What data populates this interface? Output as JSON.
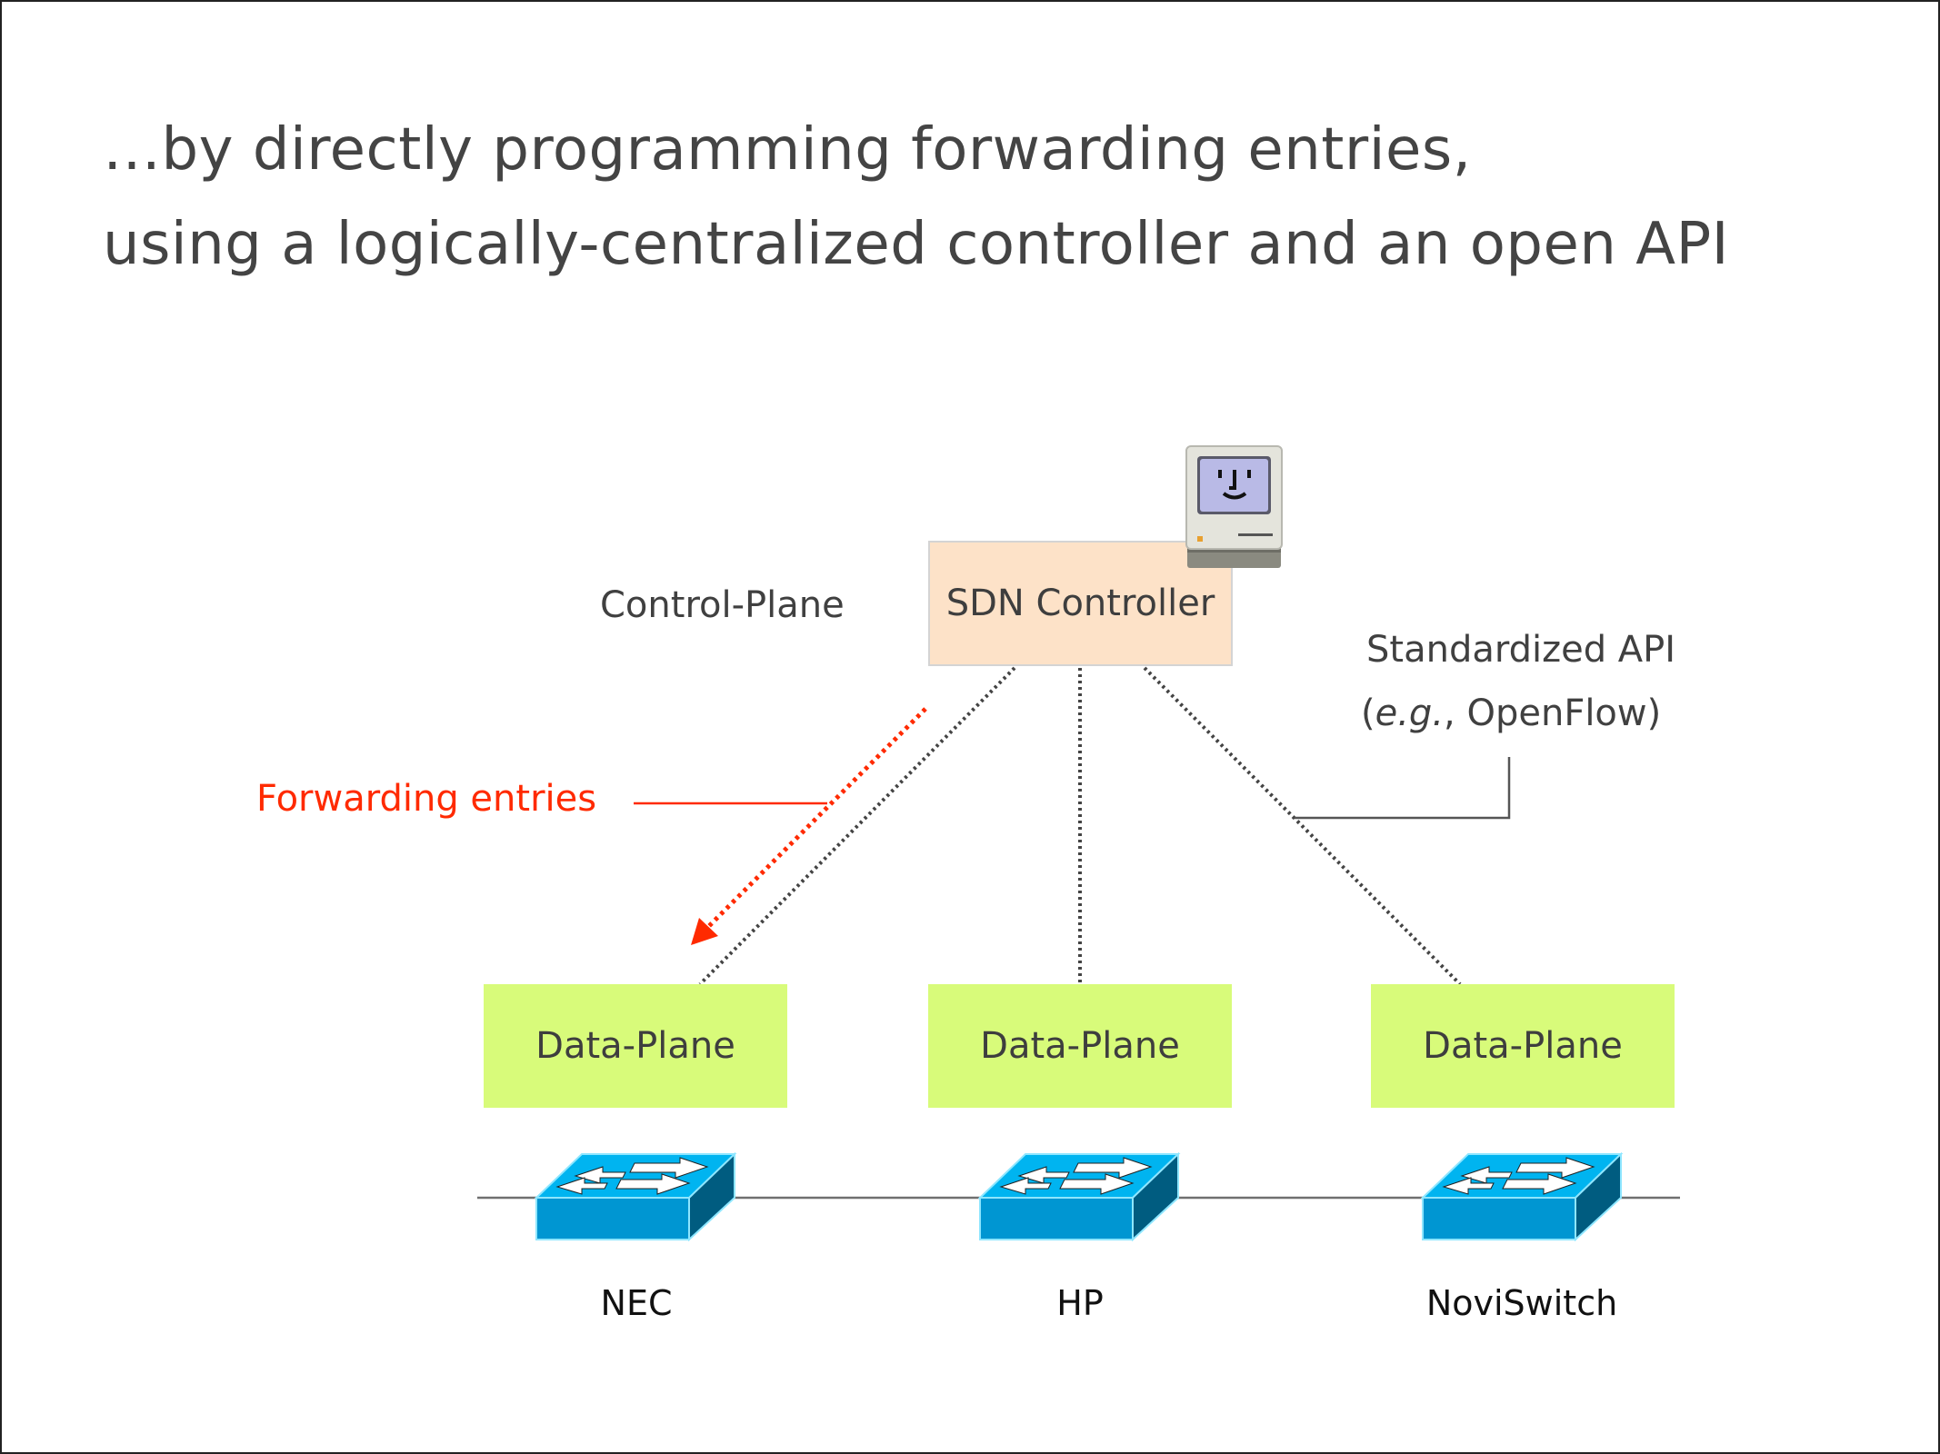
{
  "slide": {
    "title_lines": [
      "…by directly programming forwarding entries,",
      "using a logically-centralized controller and an open API"
    ]
  },
  "control": {
    "plane_label": "Control-Plane",
    "controller_label": "SDN Controller",
    "controller_icon": "classic-mac-computer-icon"
  },
  "api": {
    "label_line1": "Standardized API",
    "label_line2_italic": "e.g.",
    "label_line2_rest": ", OpenFlow)",
    "label_line2_open": "("
  },
  "forwarding": {
    "label": "Forwarding entries",
    "color": "#ff2a00"
  },
  "data_planes": [
    {
      "label": "Data-Plane",
      "vendor": "NEC"
    },
    {
      "label": "Data-Plane",
      "vendor": "HP"
    },
    {
      "label": "Data-Plane",
      "vendor": "NoviSwitch"
    }
  ],
  "colors": {
    "controller_fill": "#fde2c8",
    "data_plane_fill": "#d8fb7a",
    "switch_top": "#00b4f0",
    "switch_front": "#0096d2",
    "switch_side": "#005c80",
    "text": "#444444"
  }
}
